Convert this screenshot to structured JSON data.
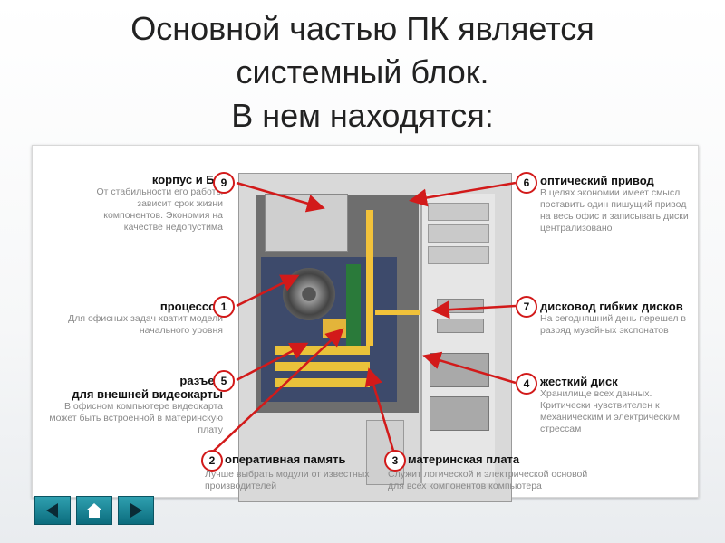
{
  "title": {
    "line1": "Основной частью ПК является",
    "line2": "системный блок.",
    "line3": "В нем находятся:"
  },
  "labels": {
    "psu": {
      "number": "9",
      "head": "корпус и БП",
      "desc": "От стабильности его работы зависит срок жизни компонентов. Экономия на качестве недопустима"
    },
    "optical": {
      "number": "6",
      "head": "оптический привод",
      "desc": "В целях экономии имеет смысл поставить один пишущий привод на весь офис и записывать диски централизовано"
    },
    "cpu": {
      "number": "1",
      "head": "процессор",
      "desc": "Для офисных задач хватит модели начального уровня"
    },
    "floppy": {
      "number": "7",
      "head": "дисковод гибких дисков",
      "desc": "На сегодняшний день перешел в разряд музейных экспонатов"
    },
    "video": {
      "number": "5",
      "head_line1": "разъем",
      "head_line2": "для внешней видеокарты",
      "desc": "В офисном компьютере видеокарта может быть встроенной в материнскую плату"
    },
    "hdd": {
      "number": "4",
      "head": "жесткий диск",
      "desc": "Хранилище всех данных. Критически чувствителен к механическим и электрическим стрессам"
    },
    "ram": {
      "number": "2",
      "head": "оперативная память",
      "desc": "Лучше выбрать модули от известных производителей"
    },
    "motherboard": {
      "number": "3",
      "head": "материнская плата",
      "desc": "Служит логической и электрической основой для всех компонентов компьютера"
    }
  },
  "nav": {
    "prev_icon": "arrow-left-icon",
    "home_icon": "home-icon",
    "next_icon": "arrow-right-icon"
  },
  "colors": {
    "accent_red": "#d21a1a",
    "nav_teal": "#1a8a9a"
  }
}
